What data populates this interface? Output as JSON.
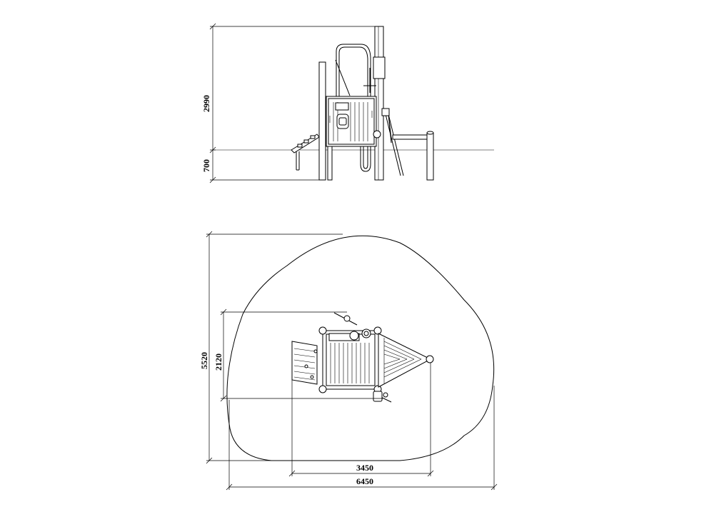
{
  "dimensions": {
    "height_above_ground": "2990",
    "depth_below_ground": "700",
    "total_depth": "5520",
    "equipment_depth": "2120",
    "equipment_width": "3450",
    "total_width": "6450"
  }
}
